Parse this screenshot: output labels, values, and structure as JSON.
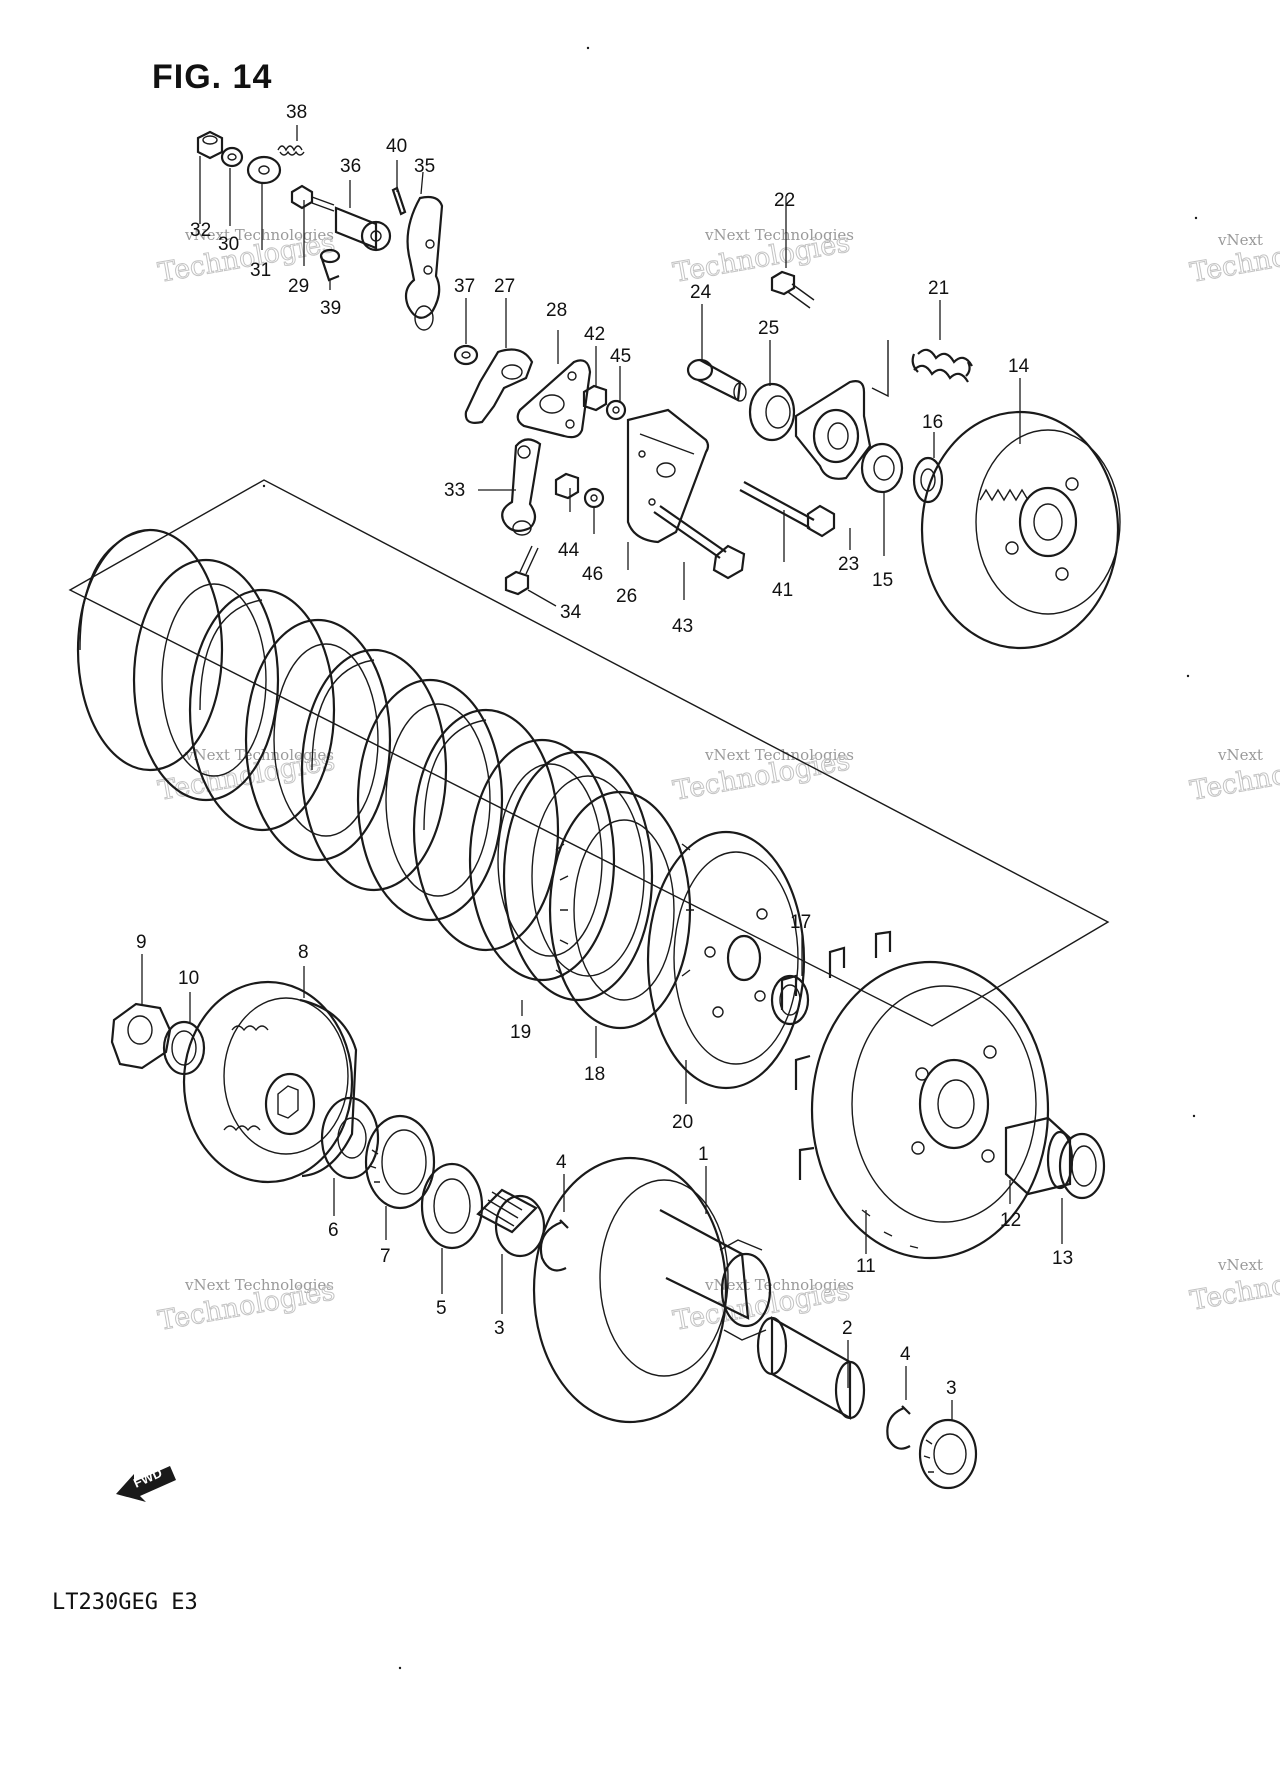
{
  "figure": {
    "title": "FIG. 14",
    "model_code": "LT230GEG E3",
    "fwd_label": "FWD"
  },
  "watermark": {
    "line1": "vNext Technologies",
    "line2": "Technologies",
    "line3": "vNext"
  },
  "parts": [
    {
      "id": "p38",
      "label": "38"
    },
    {
      "id": "p40",
      "label": "40"
    },
    {
      "id": "p35",
      "label": "35"
    },
    {
      "id": "p36",
      "label": "36"
    },
    {
      "id": "p32",
      "label": "32"
    },
    {
      "id": "p30",
      "label": "30"
    },
    {
      "id": "p31",
      "label": "31"
    },
    {
      "id": "p29",
      "label": "29"
    },
    {
      "id": "p39",
      "label": "39"
    },
    {
      "id": "p37",
      "label": "37"
    },
    {
      "id": "p27",
      "label": "27"
    },
    {
      "id": "p28",
      "label": "28"
    },
    {
      "id": "p42",
      "label": "42"
    },
    {
      "id": "p45",
      "label": "45"
    },
    {
      "id": "p22",
      "label": "22"
    },
    {
      "id": "p24",
      "label": "24"
    },
    {
      "id": "p25",
      "label": "25"
    },
    {
      "id": "p21",
      "label": "21"
    },
    {
      "id": "p14",
      "label": "14"
    },
    {
      "id": "p16",
      "label": "16"
    },
    {
      "id": "p33",
      "label": "33"
    },
    {
      "id": "p44",
      "label": "44"
    },
    {
      "id": "p46",
      "label": "46"
    },
    {
      "id": "p26",
      "label": "26"
    },
    {
      "id": "p41",
      "label": "41"
    },
    {
      "id": "p23",
      "label": "23"
    },
    {
      "id": "p15",
      "label": "15"
    },
    {
      "id": "p34",
      "label": "34"
    },
    {
      "id": "p43",
      "label": "43"
    },
    {
      "id": "p9",
      "label": "9"
    },
    {
      "id": "p10",
      "label": "10"
    },
    {
      "id": "p8",
      "label": "8"
    },
    {
      "id": "p17",
      "label": "17"
    },
    {
      "id": "p19",
      "label": "19"
    },
    {
      "id": "p18",
      "label": "18"
    },
    {
      "id": "p20",
      "label": "20"
    },
    {
      "id": "p6",
      "label": "6"
    },
    {
      "id": "p7",
      "label": "7"
    },
    {
      "id": "p4a",
      "label": "4"
    },
    {
      "id": "p1",
      "label": "1"
    },
    {
      "id": "p5",
      "label": "5"
    },
    {
      "id": "p3a",
      "label": "3"
    },
    {
      "id": "p12",
      "label": "12"
    },
    {
      "id": "p11",
      "label": "11"
    },
    {
      "id": "p13",
      "label": "13"
    },
    {
      "id": "p2",
      "label": "2"
    },
    {
      "id": "p4b",
      "label": "4"
    },
    {
      "id": "p3b",
      "label": "3"
    }
  ]
}
